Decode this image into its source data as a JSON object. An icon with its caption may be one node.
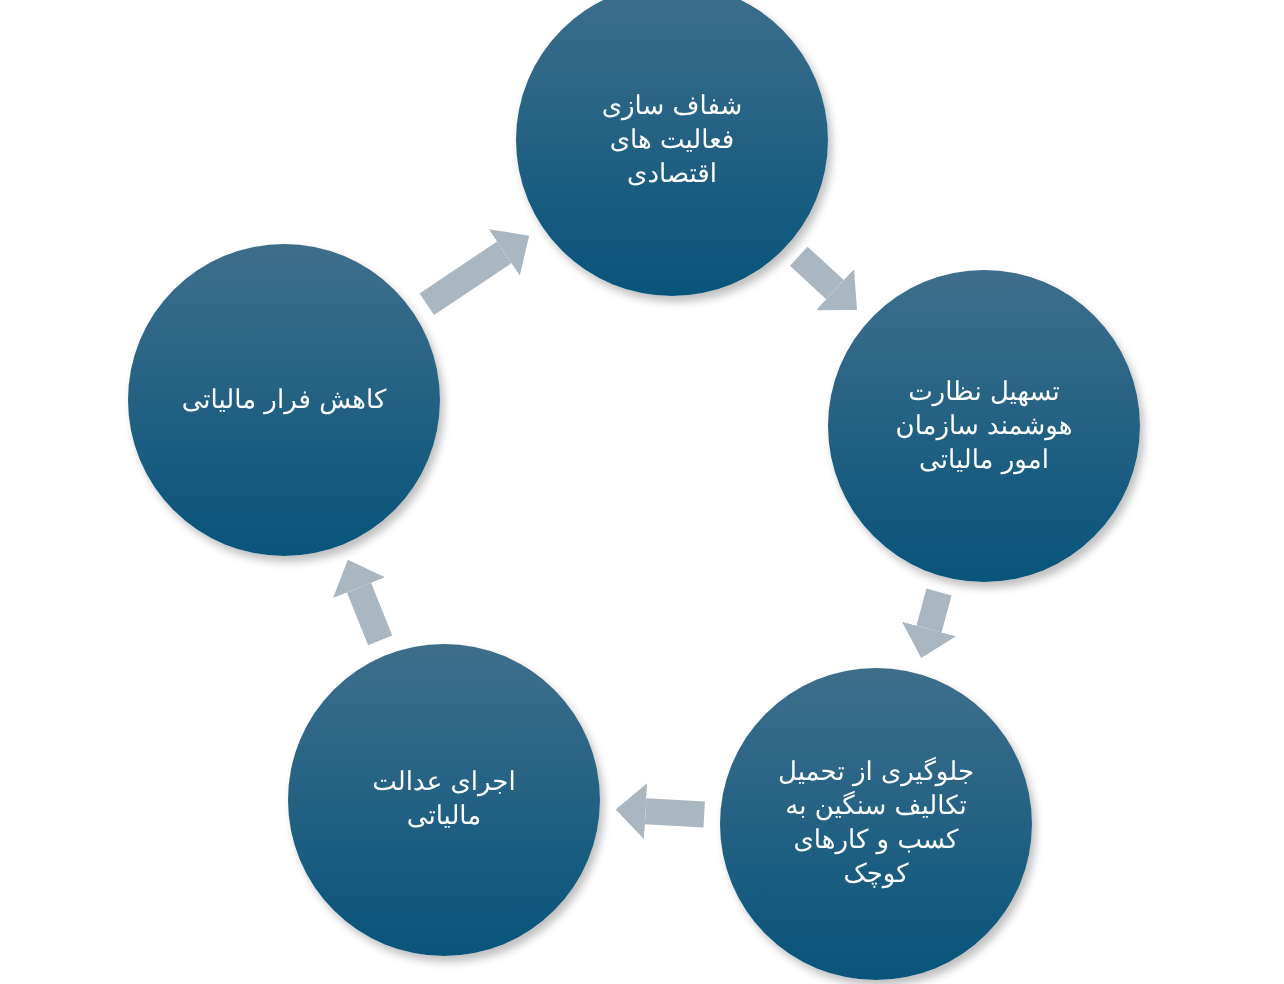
{
  "diagram": {
    "nodes": [
      {
        "text": [
          "شفاف سازی فعالیت های اقتصادی"
        ]
      },
      {
        "text": [
          "تسهیل نظارت هوشمند سازمان امور مالیاتی"
        ]
      },
      {
        "text": [
          "جلوگیری از تحمیل تکالیف سنگین به کسب و کارهای کوچک"
        ]
      },
      {
        "text": [
          "اجرای عدالت مالیاتی"
        ]
      },
      {
        "text": [
          "کاهش فرار مالیاتی"
        ]
      }
    ],
    "edges": [
      {
        "from": 0,
        "to": 1,
        "arrow": "to"
      },
      {
        "from": 1,
        "to": 2,
        "arrow": "to"
      },
      {
        "from": 2,
        "to": 3,
        "arrow": "to"
      },
      {
        "from": 3,
        "to": 4,
        "arrow": "to"
      },
      {
        "from": 4,
        "to": 0,
        "arrow": "to"
      }
    ]
  }
}
